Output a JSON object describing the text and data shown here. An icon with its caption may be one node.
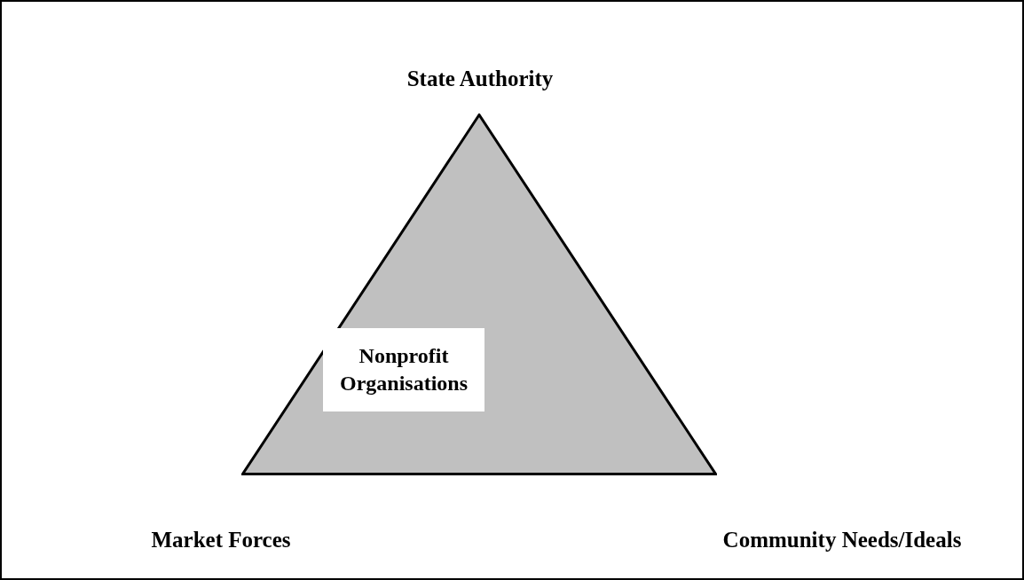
{
  "diagram": {
    "nodes": [
      {
        "text": [],
        "shape": "triangle"
      },
      {
        "text": [
          "Nonprofit Organisations"
        ],
        "in": 0
      }
    ],
    "labels": [
      "State Authority",
      "Market Forces",
      "Community Needs/Ideals"
    ]
  }
}
